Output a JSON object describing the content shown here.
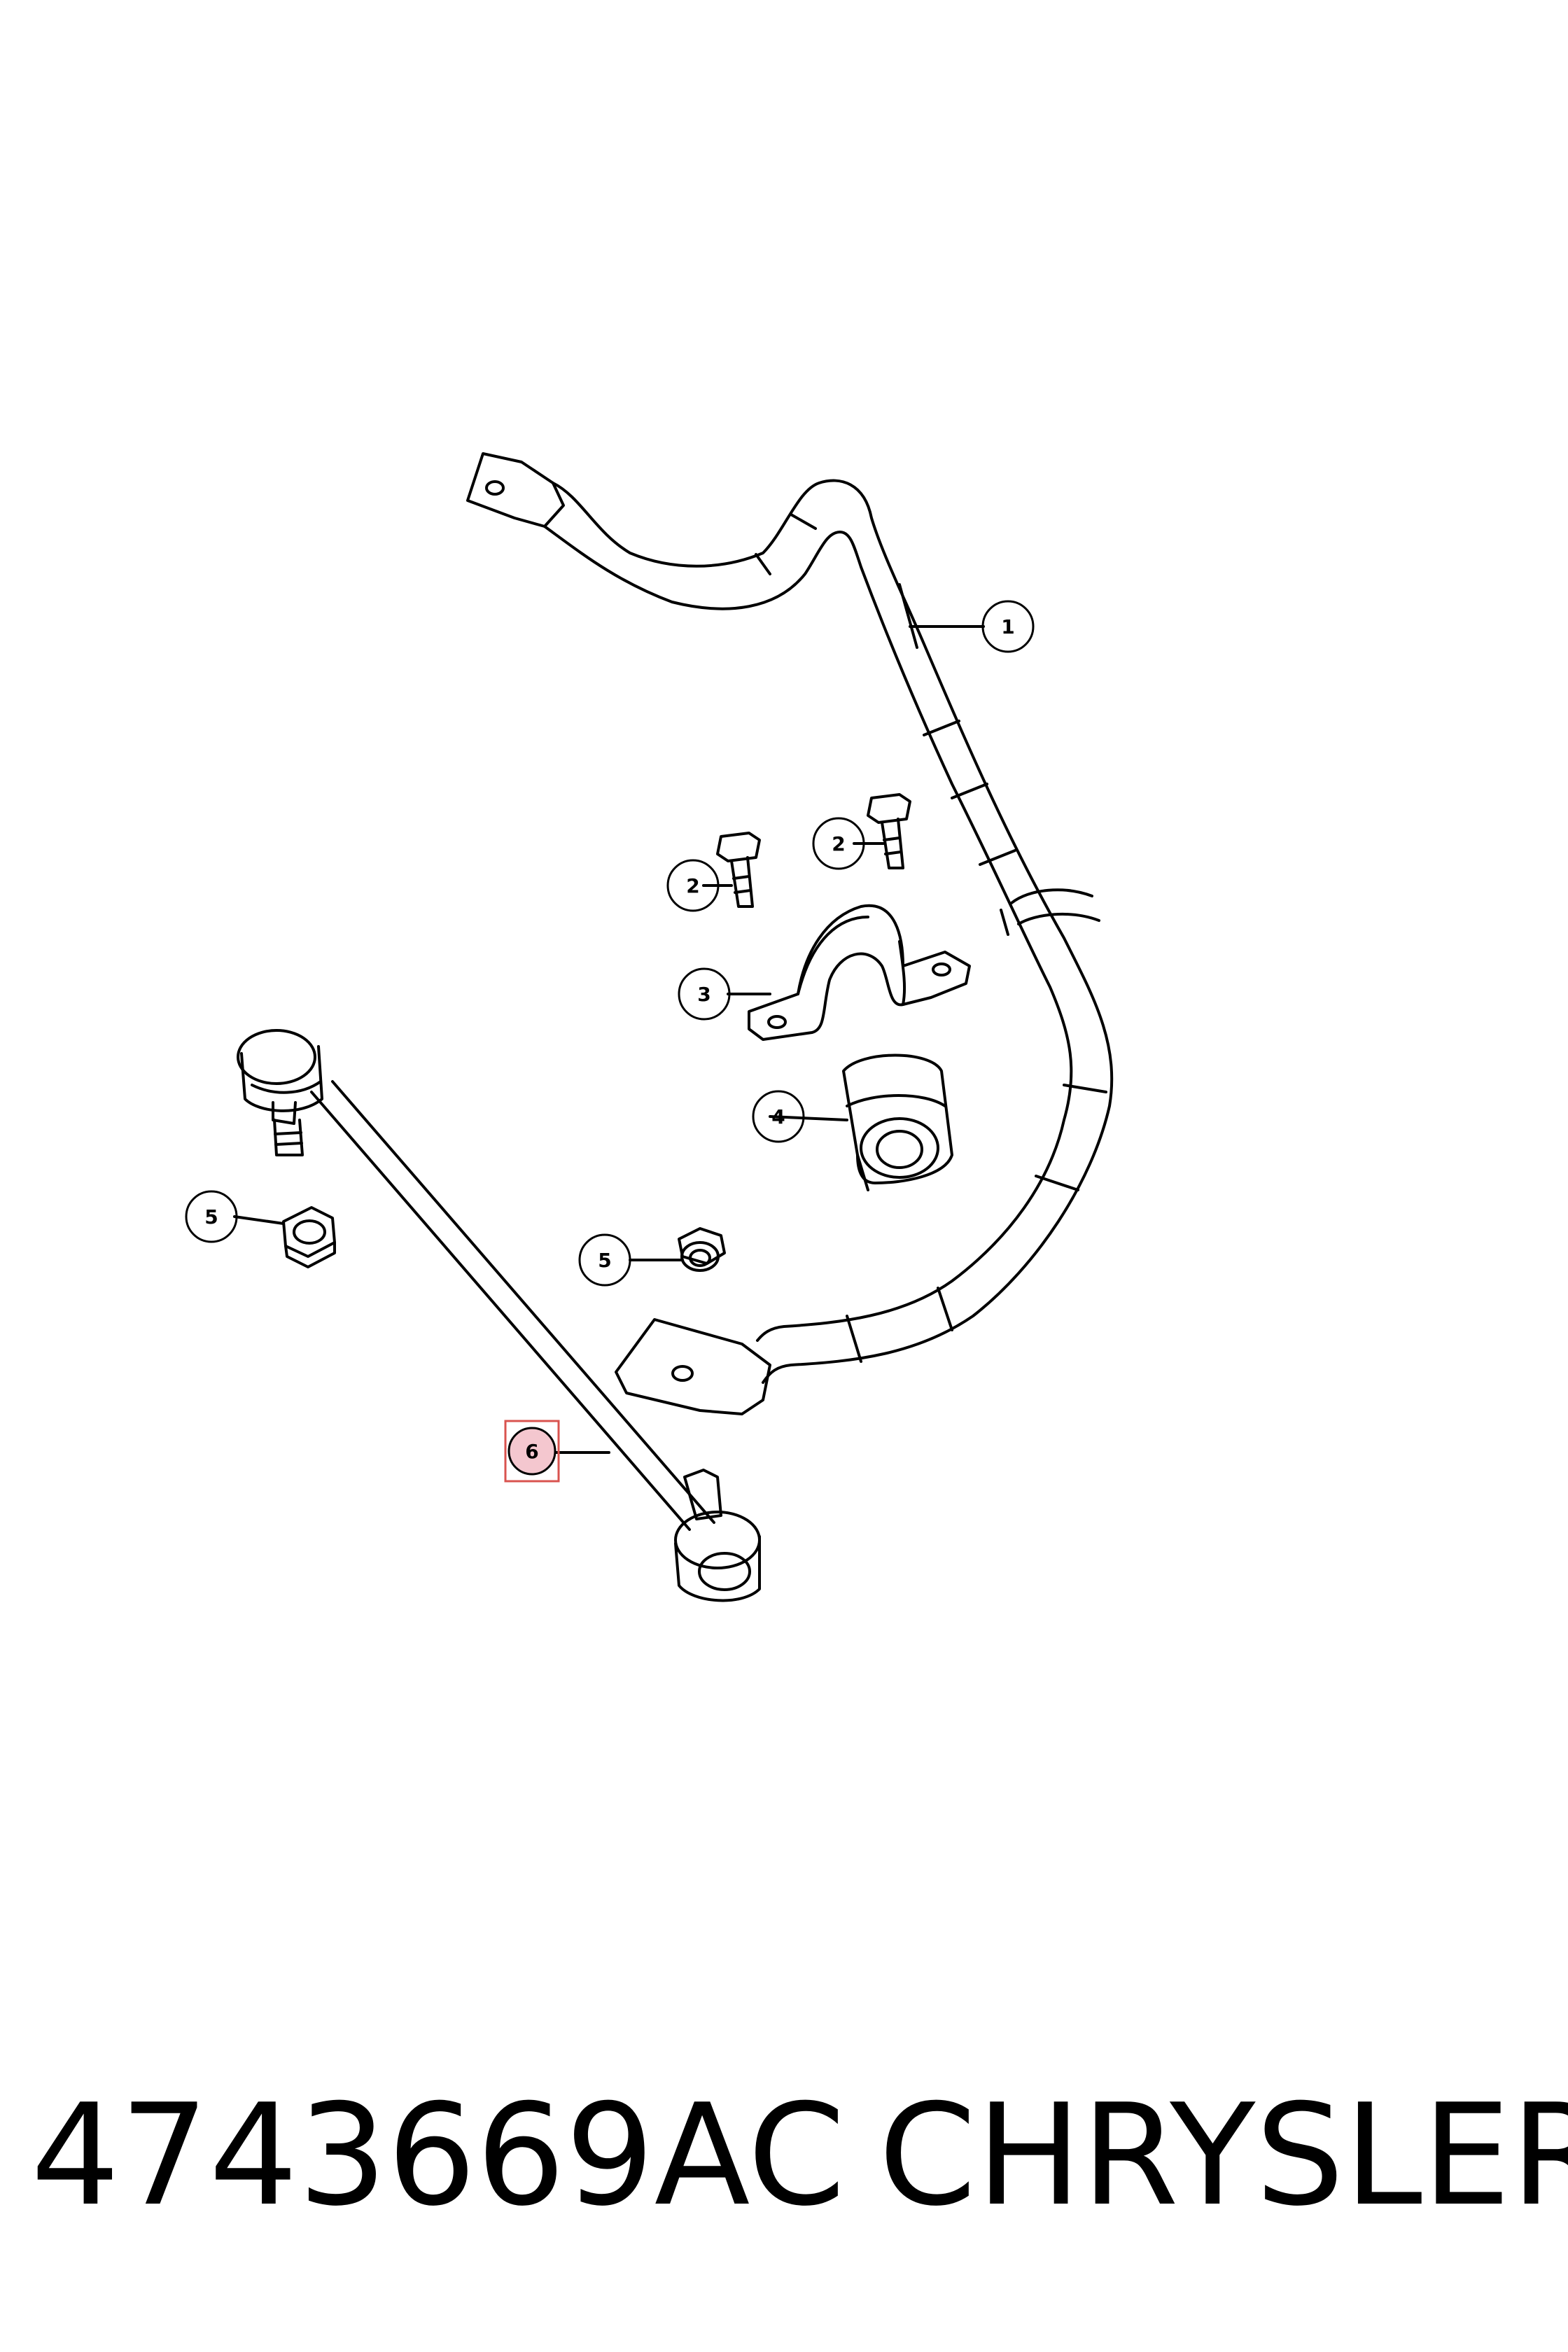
{
  "callouts": [
    {
      "id": "callout-1",
      "label": "1"
    },
    {
      "id": "callout-2a",
      "label": "2"
    },
    {
      "id": "callout-2b",
      "label": "2"
    },
    {
      "id": "callout-3",
      "label": "3"
    },
    {
      "id": "callout-4",
      "label": "4"
    },
    {
      "id": "callout-5a",
      "label": "5"
    },
    {
      "id": "callout-5b",
      "label": "5"
    },
    {
      "id": "callout-6",
      "label": "6",
      "highlighted": true
    }
  ],
  "highlight_color": "#f4c7cf",
  "highlight_border": "#d9534f",
  "footer": {
    "part_number": "4743669AC",
    "brand": "CHRYSLER"
  }
}
